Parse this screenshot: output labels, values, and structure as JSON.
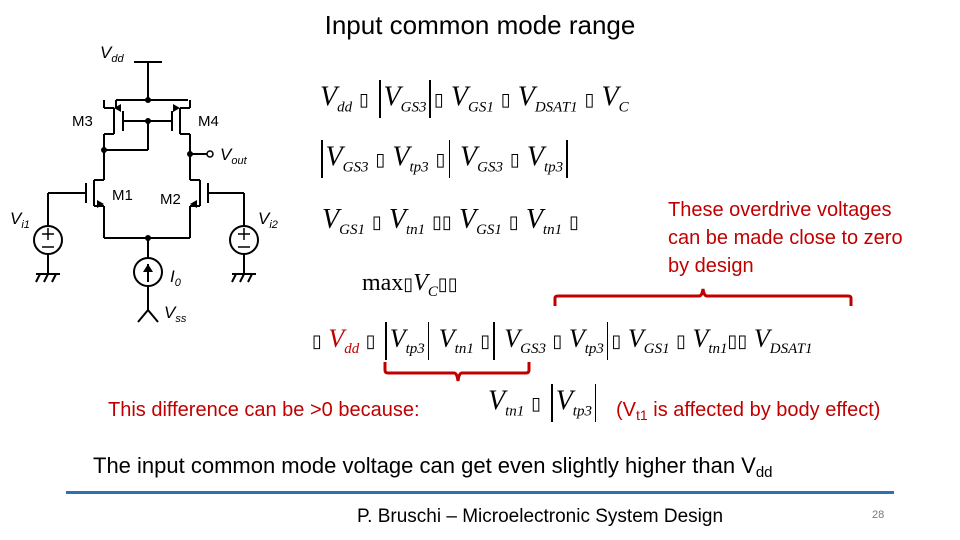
{
  "title": "Input common mode range",
  "circuit": {
    "vdd": "V",
    "vdd_sub": "dd",
    "m3": "M3",
    "m4": "M4",
    "m1": "M1",
    "m2": "M2",
    "vout": "V",
    "vout_sub": "out",
    "vi1": "V",
    "vi1_sub": "i1",
    "vi2": "V",
    "vi2_sub": "i2",
    "i0": "I",
    "i0_sub": "0",
    "vss": "V",
    "vss_sub": "ss"
  },
  "equations": {
    "eq1": {
      "a": "V",
      "a_sub": "dd",
      "b": "V",
      "b_sub": "GS3",
      "c": "V",
      "c_sub": "GS1",
      "d": "V",
      "d_sub": "DSAT1",
      "e": "V",
      "e_sub": "C"
    },
    "eq2": {
      "a": "V",
      "a_sub": "GS3",
      "b": "V",
      "b_sub": "tp3",
      "c": "V",
      "c_sub": "GS3",
      "d": "V",
      "d_sub": "tp3"
    },
    "eq3": {
      "a": "V",
      "a_sub": "GS1",
      "b": "V",
      "b_sub": "tn1",
      "c": "V",
      "c_sub": "GS1",
      "d": "V",
      "d_sub": "tn1"
    },
    "eq4": {
      "max": "max",
      "a": "V",
      "a_sub": "C"
    },
    "eq5": {
      "a": "V",
      "a_sub": "dd",
      "b": "V",
      "b_sub": "tp3",
      "c": "V",
      "c_sub": "tn1",
      "d": "V",
      "d_sub": "GS3",
      "e": "V",
      "e_sub": "tp3",
      "f": "V",
      "f_sub": "GS1",
      "g": "V",
      "g_sub": "tn1",
      "h": "V",
      "h_sub": "DSAT1"
    },
    "eq6": {
      "a": "V",
      "a_sub": "tn1",
      "b": "V",
      "b_sub": "tp3"
    }
  },
  "notes": {
    "overdrive": [
      "These overdrive voltages",
      "can be made close to zero",
      "by design"
    ],
    "difference": "This difference can be >0 because:",
    "body_effect_pre": "(V",
    "body_effect_sub": "t1",
    "body_effect_post": " is affected by body effect)",
    "bottom": "The input common mode voltage can get even slightly higher than V",
    "bottom_sub": "dd"
  },
  "footer": {
    "text": "P. Bruschi – Microelectronic System Design",
    "page": "28"
  },
  "colors": {
    "accent_red": "#c00000",
    "footer_line": "#2f6fb4"
  }
}
